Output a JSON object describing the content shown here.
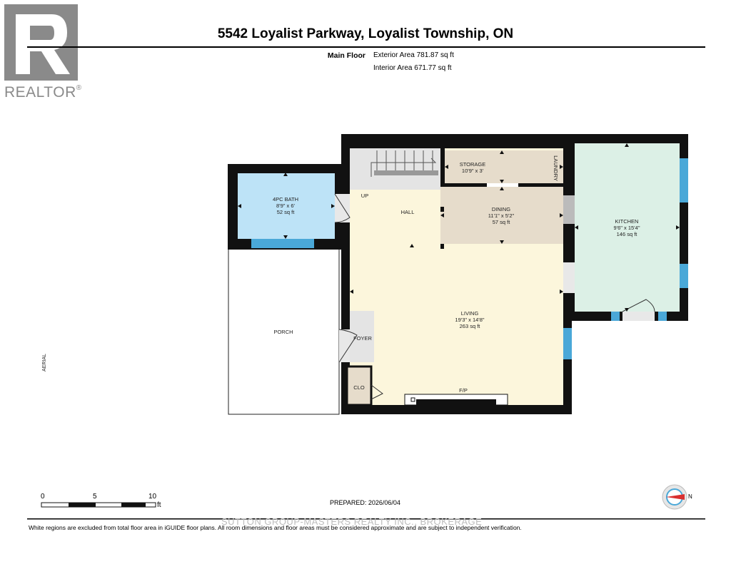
{
  "logo": {
    "text": "REALTOR",
    "mark": "®"
  },
  "header": {
    "title": "5542 Loyalist Parkway, Loyalist Township, ON",
    "floor": "Main Floor",
    "exterior_area": "Exterior Area 781.87 sq ft",
    "interior_area": "Interior Area 671.77 sq ft"
  },
  "rooms": {
    "bath": {
      "name": "4PC BATH",
      "dims": "8'9\" x 6'",
      "area": "52 sq ft",
      "color": "#bde3f7"
    },
    "storage": {
      "name": "STORAGE",
      "dims": "10'9\" x 3'",
      "color": "#e6dccb"
    },
    "laundry": {
      "name": "LAUNDRY"
    },
    "up": {
      "name": "UP"
    },
    "hall": {
      "name": "HALL"
    },
    "dining": {
      "name": "DINING",
      "dims": "11'1\" x 5'2\"",
      "area": "57 sq ft",
      "color": "#e6dccb"
    },
    "kitchen": {
      "name": "KITCHEN",
      "dims": "9'6\" x 15'4\"",
      "area": "146 sq ft",
      "color": "#dcf0e6"
    },
    "living": {
      "name": "LIVING",
      "dims": "19'3\" x 14'8\"",
      "area": "263 sq ft",
      "color": "#fcf6dc"
    },
    "porch": {
      "name": "PORCH"
    },
    "foyer": {
      "name": "FOYER"
    },
    "clo": {
      "name": "CLO"
    },
    "fp": {
      "name": "F/P"
    }
  },
  "aerial": "AERIAL",
  "scale": {
    "labels": [
      "0",
      "5",
      "10"
    ],
    "unit": "ft"
  },
  "prepared": "PREPARED: 2026/06/04",
  "compass": {
    "label": "N"
  },
  "watermark": "SUTTON GROUP-MASTERS REALTY INC., BROKERAGE",
  "disclaimer": "White regions are excluded from total floor area in iGUIDE floor plans. All room dimensions and floor areas must be considered approximate and are subject to independent verification.",
  "colors": {
    "wall": "#111111",
    "window": "#4aa8d8",
    "tile": "#d8d8d8"
  }
}
